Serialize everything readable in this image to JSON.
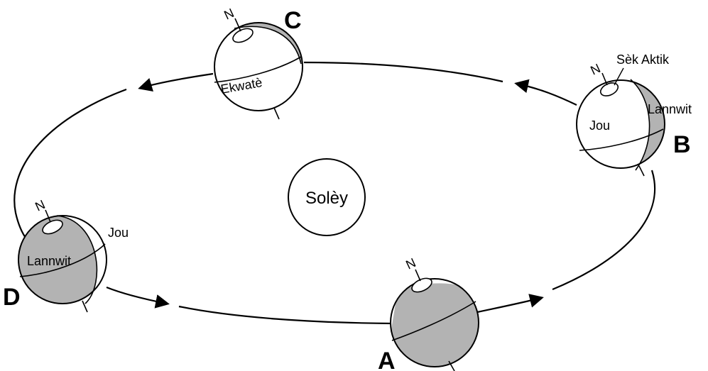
{
  "colors": {
    "shade": "#b3b3b3",
    "line": "#000000",
    "background": "#ffffff"
  },
  "sun": {
    "label": "Solèy"
  },
  "positions": [
    {
      "id": "A",
      "letter": "A",
      "north_label": "N"
    },
    {
      "id": "B",
      "letter": "B",
      "north_label": "N",
      "labels": [
        "Sèk Aktik",
        "Lannwit",
        "Jou"
      ]
    },
    {
      "id": "C",
      "letter": "C",
      "north_label": "N",
      "labels": [
        "Ekwatè"
      ]
    },
    {
      "id": "D",
      "letter": "D",
      "north_label": "N",
      "labels": [
        "Lannwit",
        "Jou"
      ]
    }
  ]
}
